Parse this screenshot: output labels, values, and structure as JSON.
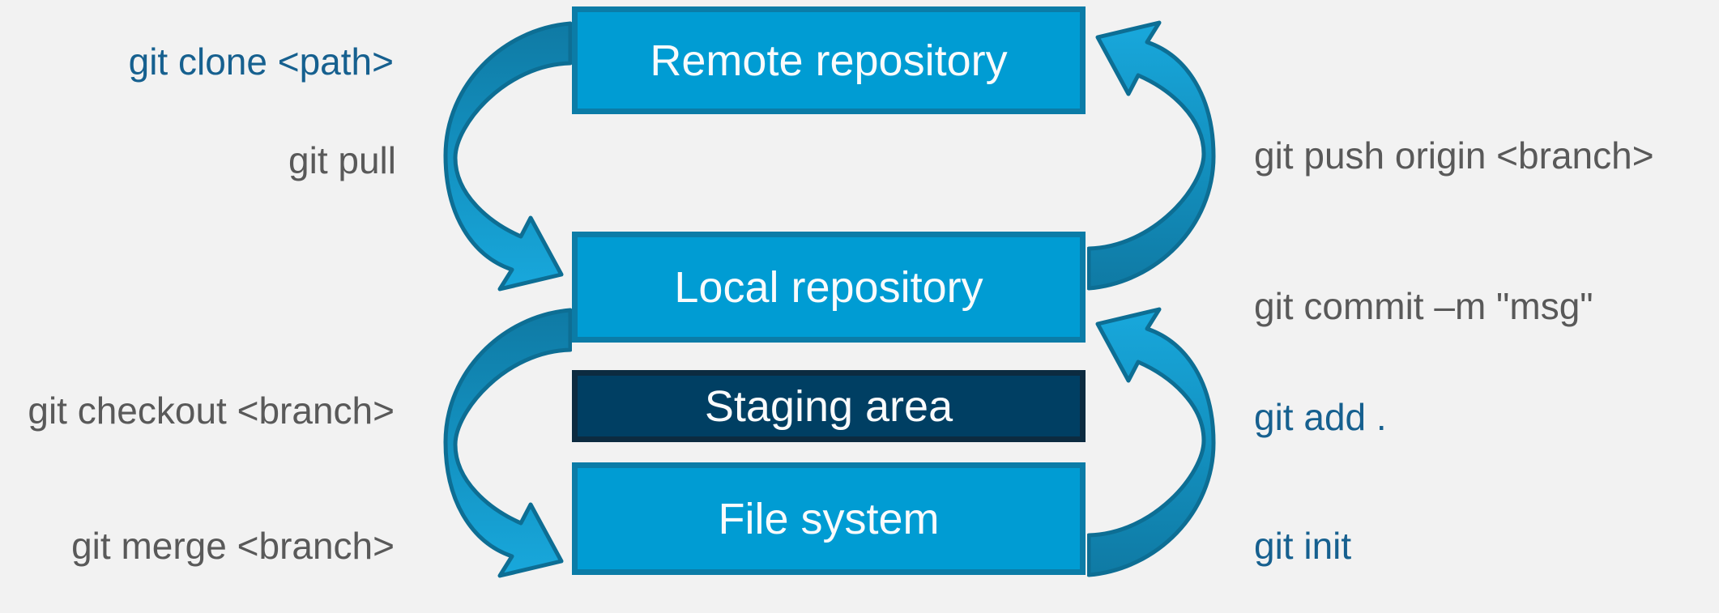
{
  "diagram": {
    "nodes": {
      "remote": {
        "label": "Remote repository"
      },
      "local": {
        "label": "Local repository"
      },
      "staging": {
        "label": "Staging area"
      },
      "filesystem": {
        "label": "File system"
      }
    },
    "commands": {
      "clone": {
        "label": "git clone <path>"
      },
      "pull": {
        "label": "git pull"
      },
      "push": {
        "label": "git push origin <branch>"
      },
      "commit": {
        "label": "git commit –m \"msg\""
      },
      "add": {
        "label": "git add ."
      },
      "checkout": {
        "label": "git checkout <branch>"
      },
      "merge": {
        "label": "git merge <branch>"
      },
      "init": {
        "label": "git init"
      }
    }
  },
  "colors": {
    "background": "#F2F2F2",
    "node_fill": "#009CD3",
    "node_border": "#0B7CA7",
    "staging_fill": "#003F63",
    "staging_border": "#0C2B40",
    "node_text": "#FAFBFC",
    "command_blue": "#16608F",
    "command_gray": "#595959",
    "arrow_dark": "#0F7AA4",
    "arrow_light": "#18A8DC",
    "arrow_outline": "#0D6E94"
  }
}
